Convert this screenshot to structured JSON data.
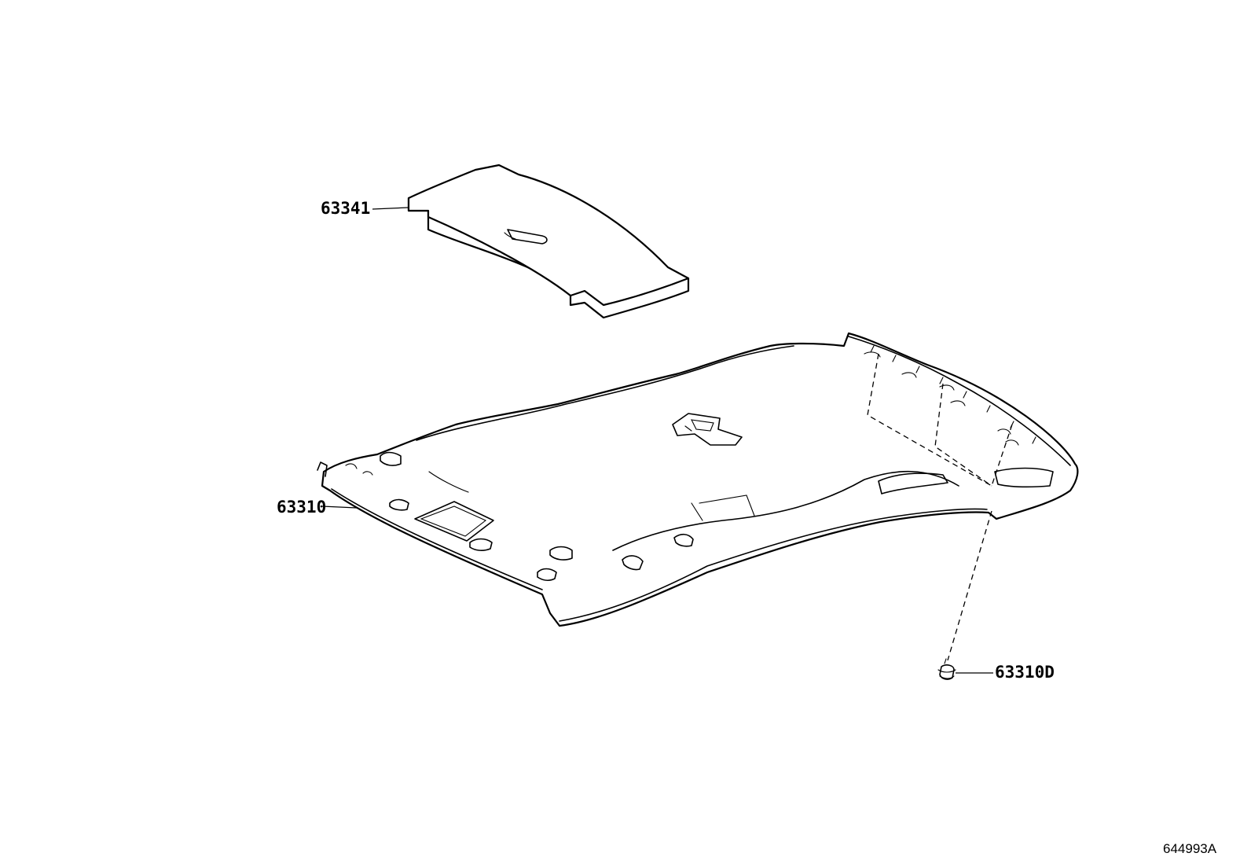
{
  "parts": [
    {
      "id": "insulator",
      "number": "63341"
    },
    {
      "id": "headliner",
      "number": "63310"
    },
    {
      "id": "clip",
      "number": "63310D"
    }
  ],
  "diagram_code": "644993A",
  "colors": {
    "line": "#000000",
    "background": "#ffffff"
  }
}
